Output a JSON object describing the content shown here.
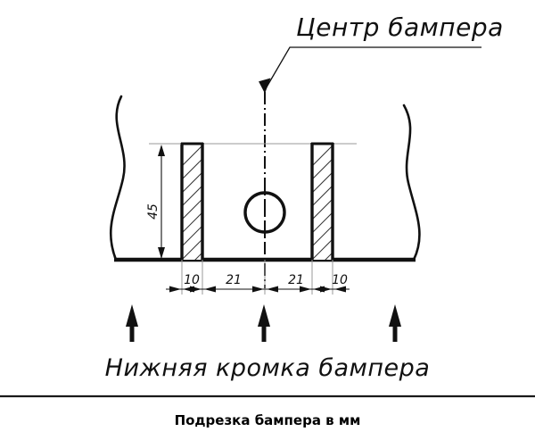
{
  "drawing": {
    "title": "Центр бампера",
    "subtitle": "Нижняя кромка бампера",
    "caption": "Подрезка бампера в мм",
    "colors": {
      "line": "#111111",
      "thin_line": "#9a9a9a",
      "hatch": "#333333",
      "background": "#ffffff"
    },
    "dimensions": {
      "vertical": {
        "label": "45",
        "unit_note": "мм"
      },
      "horizontal": [
        {
          "label": "10"
        },
        {
          "label": "21"
        },
        {
          "label": "21"
        },
        {
          "label": "10"
        }
      ]
    },
    "annotations": {
      "center_leader": "центр-бампера-выноска",
      "up_arrows_count": "3"
    }
  }
}
